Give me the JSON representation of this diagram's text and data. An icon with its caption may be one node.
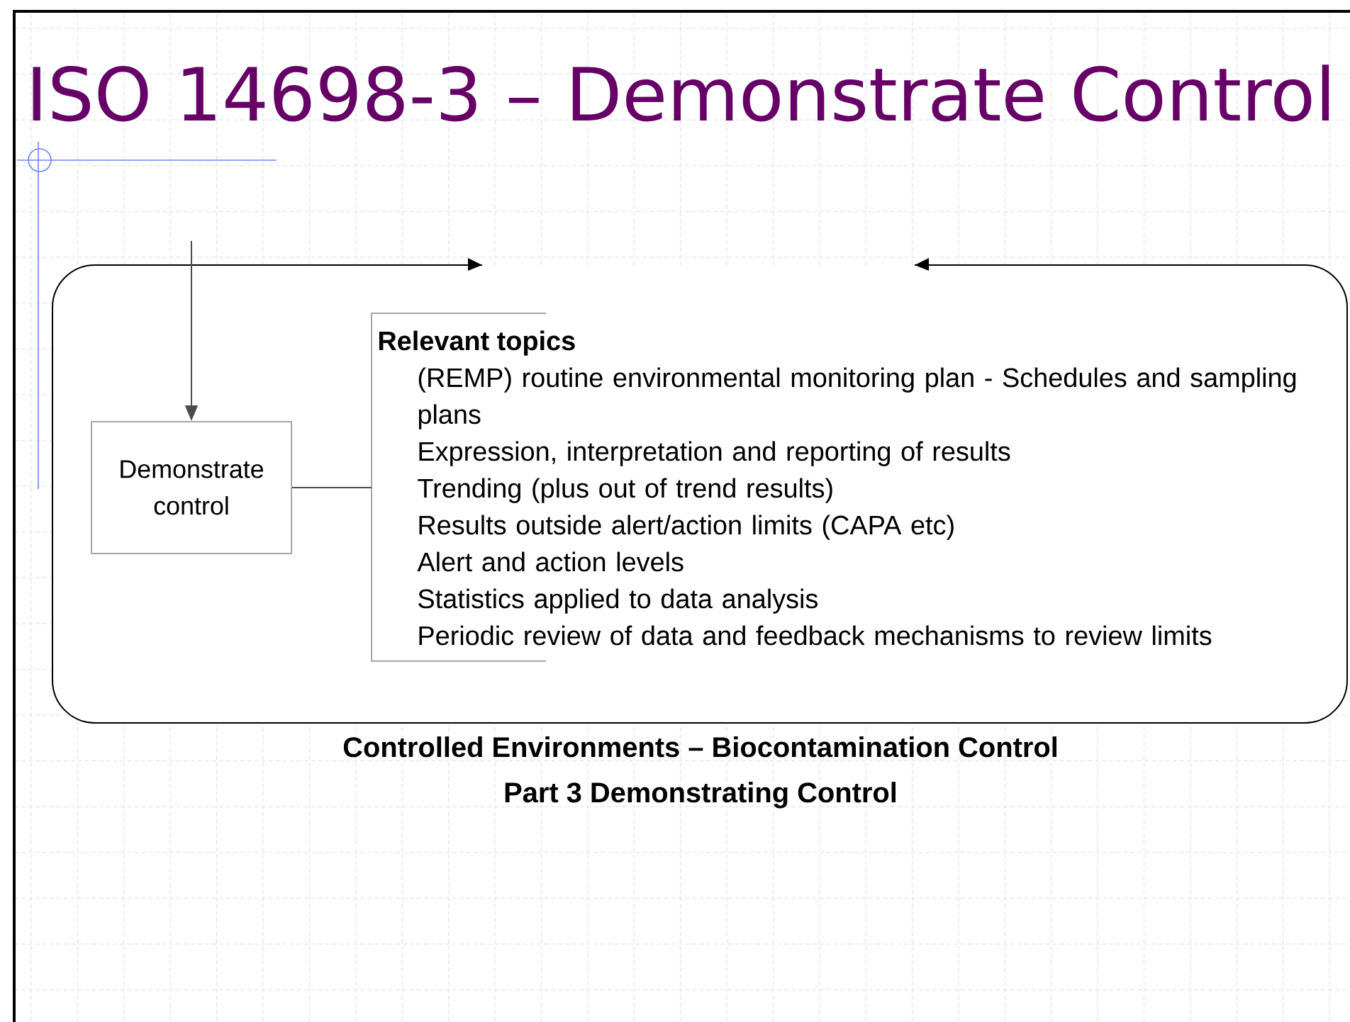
{
  "diagram": {
    "title": "ISO 14698-3 – Demonstrate Control",
    "nodes": [
      {
        "text": [],
        "shape": "box"
      },
      {
        "text": [
          "Demonstrate control"
        ],
        "in": 0
      },
      {
        "text": [
          "Relevant topics",
          "(REMP) routine environmental monitoring plan - Schedules and sampling plans",
          "Expression, interpretation and reporting of results",
          "Trending (plus out of trend results)",
          "Results outside alert/action limits (CAPA etc)",
          "Alert and action levels",
          "Statistics applied to data analysis",
          "Periodic review of data and feedback mechanisms to review limits"
        ],
        "in": 0
      }
    ],
    "edges": [
      {
        "from": null,
        "to": 1,
        "arrow": "to"
      },
      {
        "from": 1,
        "to": 2,
        "arrow": "none"
      }
    ],
    "labels": [
      "Controlled Environments – Biocontamination Control",
      "Part 3 Demonstrating Control"
    ]
  }
}
